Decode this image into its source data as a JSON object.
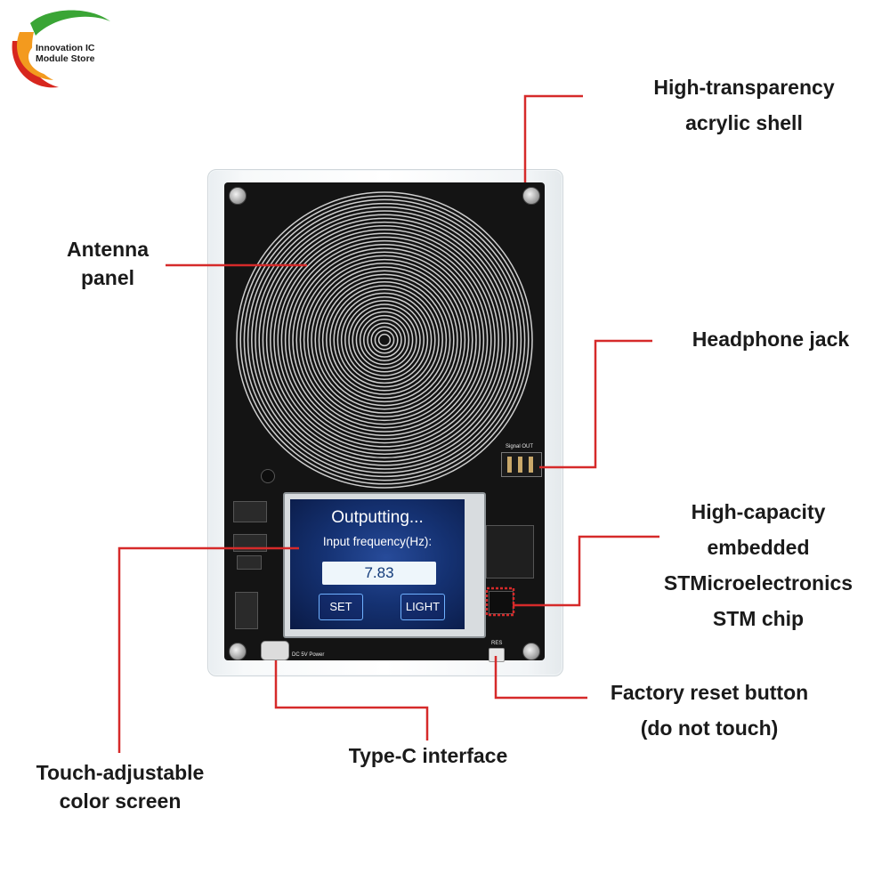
{
  "logo": {
    "line1": "Innovation IC",
    "line2": "Module Store"
  },
  "callouts": {
    "acrylic_shell": [
      "High-transparency",
      "acrylic shell"
    ],
    "antenna_panel": [
      "Antenna",
      "panel"
    ],
    "headphone_jack": [
      "Headphone jack"
    ],
    "stm_chip": [
      "High-capacity",
      "embedded",
      "STMicroelectronics",
      "STM chip"
    ],
    "reset_button": [
      "Factory reset button",
      "(do not touch)"
    ],
    "type_c": [
      "Type-C interface"
    ],
    "touch_screen": [
      "Touch-adjustable",
      "color screen"
    ]
  },
  "device": {
    "screen": {
      "status": "Outputting...",
      "prompt": "Input frequency(Hz):",
      "value": "7.83",
      "set_label": "SET",
      "light_label": "LIGHT"
    },
    "silkscreen": {
      "signal_out": "Signal OUT",
      "res": "RES",
      "power": "DC 5V Power"
    }
  },
  "colors": {
    "leader_line": "#d62a2a",
    "pcb": "#141414",
    "screen_bg": "#153273",
    "logo_green": "#3aa535",
    "logo_orange": "#f39a1e",
    "logo_red": "#d7261e"
  }
}
